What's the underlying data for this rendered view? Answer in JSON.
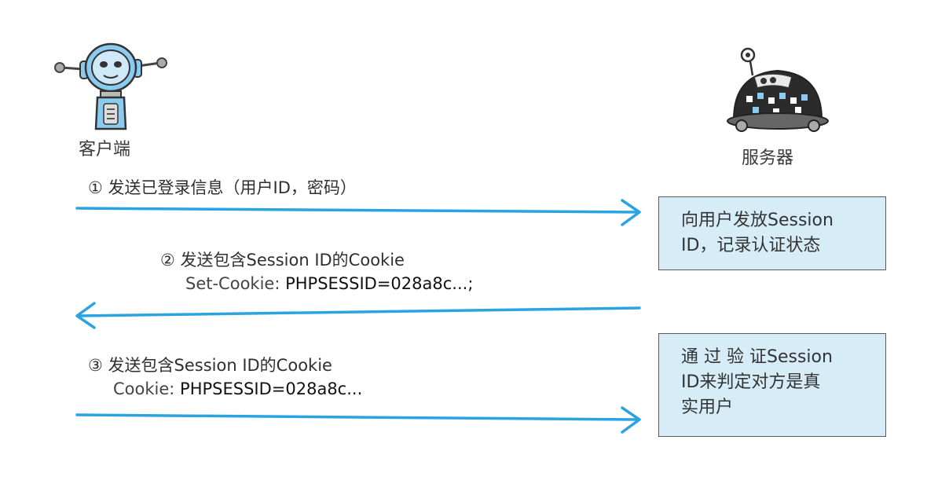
{
  "actors": {
    "client_label": "客户端",
    "server_label": "服务器"
  },
  "steps": [
    {
      "number": "①",
      "title": "发送已登录信息（用户ID，密码）"
    },
    {
      "number": "②",
      "title": "发送包含Session ID的Cookie",
      "header_key": "Set-Cookie: ",
      "header_value": "PHPSESSID=028a8c...;"
    },
    {
      "number": "③",
      "title": "发送包含Session ID的Cookie",
      "header_key": "Cookie: ",
      "header_value": "PHPSESSID=028a8c..."
    }
  ],
  "server_notes": [
    {
      "lines": [
        "向用户发放Session",
        "ID，记录认证状态"
      ]
    },
    {
      "lines": [
        "通 过 验 证Session",
        "ID来判定对方是真",
        "实用户"
      ]
    }
  ],
  "colors": {
    "arrow": "#2aa3e0",
    "note_bg": "#d6ecf7",
    "robot_blue": "#8ccbf0",
    "server_dark": "#2b2b2b"
  }
}
